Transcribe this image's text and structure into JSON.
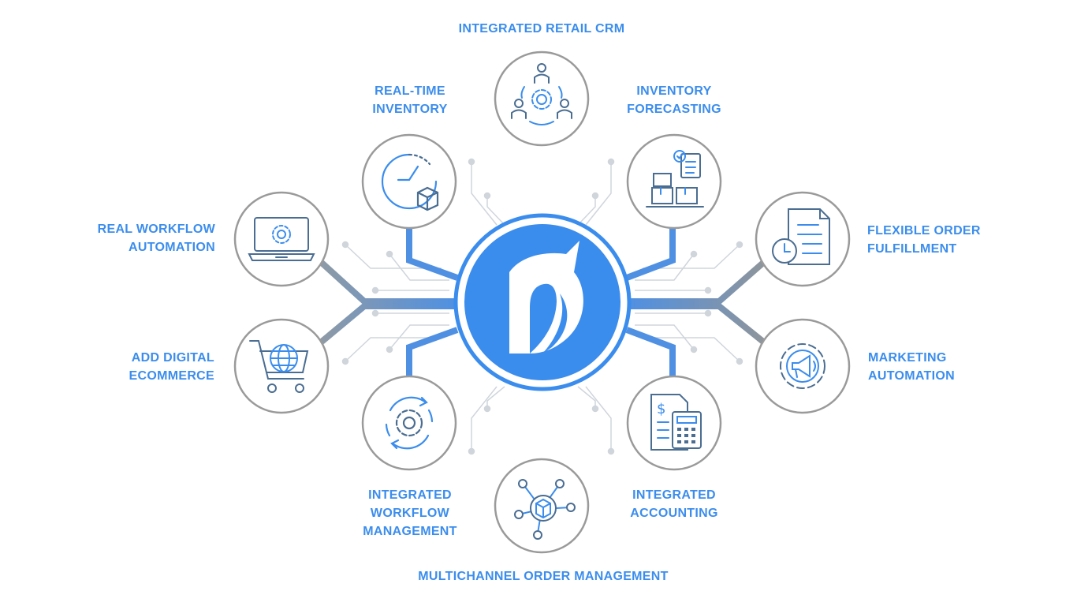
{
  "diagram": {
    "center": {
      "logo": "hub-logo"
    },
    "features": [
      {
        "key": "crm",
        "icon": "team-gear-icon",
        "lines": [
          "INTEGRATED RETAIL CRM"
        ]
      },
      {
        "key": "realtime",
        "icon": "clock-box-icon",
        "lines": [
          "REAL-TIME",
          "INVENTORY"
        ]
      },
      {
        "key": "forecast",
        "icon": "boxes-checklist-icon",
        "lines": [
          "INVENTORY",
          "FORECASTING"
        ]
      },
      {
        "key": "workflow_auto",
        "icon": "laptop-gear-icon",
        "lines": [
          "REAL WORKFLOW",
          "AUTOMATION"
        ]
      },
      {
        "key": "fulfillment",
        "icon": "document-clock-icon",
        "lines": [
          "FLEXIBLE ORDER",
          "FULFILLMENT"
        ]
      },
      {
        "key": "ecommerce",
        "icon": "cart-globe-icon",
        "lines": [
          "ADD DIGITAL",
          "ECOMMERCE"
        ]
      },
      {
        "key": "marketing",
        "icon": "gear-megaphone-icon",
        "lines": [
          "MARKETING",
          "AUTOMATION"
        ]
      },
      {
        "key": "workflow_mgmt",
        "icon": "gear-cycle-icon",
        "lines": [
          "INTEGRATED",
          "WORKFLOW",
          "MANAGEMENT"
        ]
      },
      {
        "key": "accounting",
        "icon": "invoice-calculator-icon",
        "lines": [
          "INTEGRATED",
          "ACCOUNTING"
        ]
      },
      {
        "key": "multichannel",
        "icon": "network-box-icon",
        "lines": [
          "MULTICHANNEL ORDER MANAGEMENT"
        ]
      }
    ],
    "colors": {
      "primary": "#3b8ded",
      "connector_blue": "#4f90e3",
      "connector_gray": "#8e959c",
      "circle_border": "#9a9a9a",
      "icon_dark": "#4a6d92",
      "circuit": "#cfd5db"
    }
  }
}
